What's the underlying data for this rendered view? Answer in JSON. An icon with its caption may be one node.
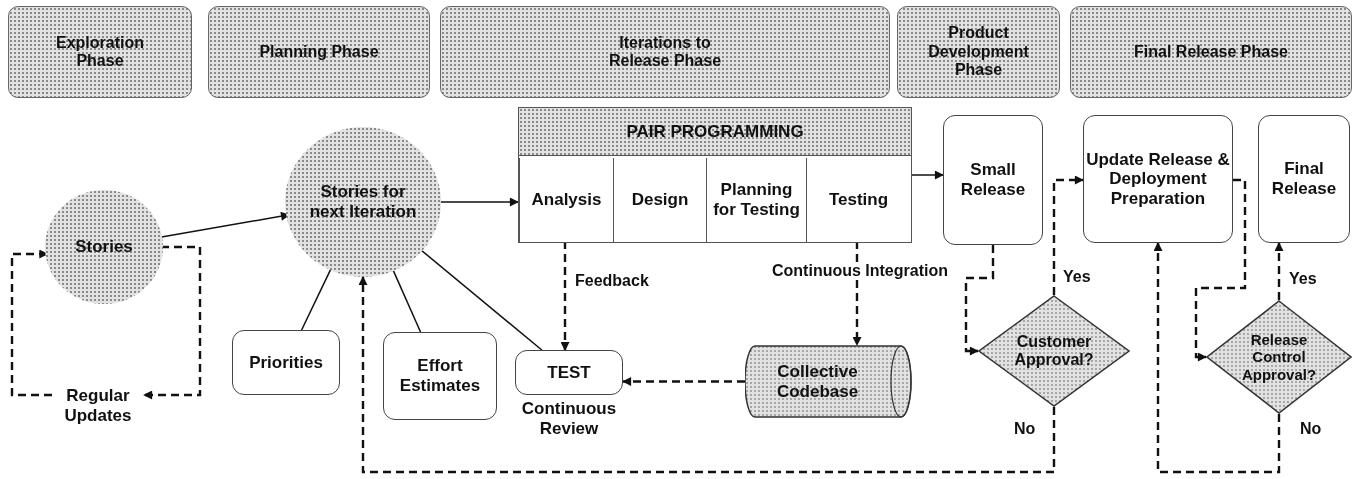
{
  "diagram": {
    "nodes": [
      {
        "text": [
          "Exploration Phase"
        ]
      },
      {
        "text": [
          "Planning Phase"
        ]
      },
      {
        "text": [
          "Iterations to Release Phase"
        ]
      },
      {
        "text": [
          "Product Development Phase"
        ]
      },
      {
        "text": [
          "Final Release Phase"
        ]
      },
      {
        "text": [
          "Stories"
        ]
      },
      {
        "text": [
          "Stories for next Iteration"
        ]
      },
      {
        "text": [
          "PAIR PROGRAMMING"
        ]
      },
      {
        "text": [
          "Analysis"
        ],
        "in": 7
      },
      {
        "text": [
          "Design"
        ],
        "in": 7
      },
      {
        "text": [
          "Planning for Testing"
        ],
        "in": 7
      },
      {
        "text": [
          "Testing"
        ],
        "in": 7
      },
      {
        "text": [
          "Small Release"
        ]
      },
      {
        "text": [
          "Update Release & Deployment Preparation"
        ]
      },
      {
        "text": [
          "Final Release"
        ]
      },
      {
        "text": [
          "Regular Updates"
        ]
      },
      {
        "text": [
          "Priorities"
        ]
      },
      {
        "text": [
          "Effort Estimates"
        ]
      },
      {
        "text": [
          "TEST"
        ],
        "beside": [
          "Continuous Review"
        ]
      },
      {
        "text": [
          "Collective Codebase"
        ]
      },
      {
        "text": [
          "Customer Approval?"
        ]
      },
      {
        "text": [
          "Release Control Approval?"
        ]
      }
    ],
    "edges": [
      {
        "from": 5,
        "to": 6,
        "arrow": "to"
      },
      {
        "from": 5,
        "to": 15,
        "arrow": "to",
        "style": "dashed"
      },
      {
        "from": 15,
        "to": 5,
        "arrow": "to",
        "style": "dashed"
      },
      {
        "from": 6,
        "to": 8,
        "arrow": "to"
      },
      {
        "from": 6,
        "to": 16,
        "arrow": "none"
      },
      {
        "from": 6,
        "to": 17,
        "arrow": "none"
      },
      {
        "from": 6,
        "to": 18,
        "arrow": "none"
      },
      {
        "from": 8,
        "to": 18,
        "arrow": "to",
        "style": "dashed",
        "label": "Feedback"
      },
      {
        "from": 11,
        "to": 19,
        "arrow": "to",
        "style": "dashed",
        "label": "Continuous Integration"
      },
      {
        "from": 19,
        "to": 18,
        "arrow": "to",
        "style": "dashed"
      },
      {
        "from": 7,
        "to": 12,
        "arrow": "to"
      },
      {
        "from": 12,
        "to": 20,
        "arrow": "to",
        "style": "dashed"
      },
      {
        "from": 20,
        "to": 13,
        "arrow": "to",
        "style": "dashed",
        "label": "Yes"
      },
      {
        "from": 20,
        "to": 6,
        "arrow": "to",
        "style": "dashed",
        "label": "No"
      },
      {
        "from": 13,
        "to": 21,
        "arrow": "to",
        "style": "dashed"
      },
      {
        "from": 21,
        "to": 14,
        "arrow": "to",
        "style": "dashed",
        "label": "Yes"
      },
      {
        "from": 21,
        "to": 13,
        "arrow": "to",
        "style": "dashed",
        "label": "No"
      }
    ]
  }
}
